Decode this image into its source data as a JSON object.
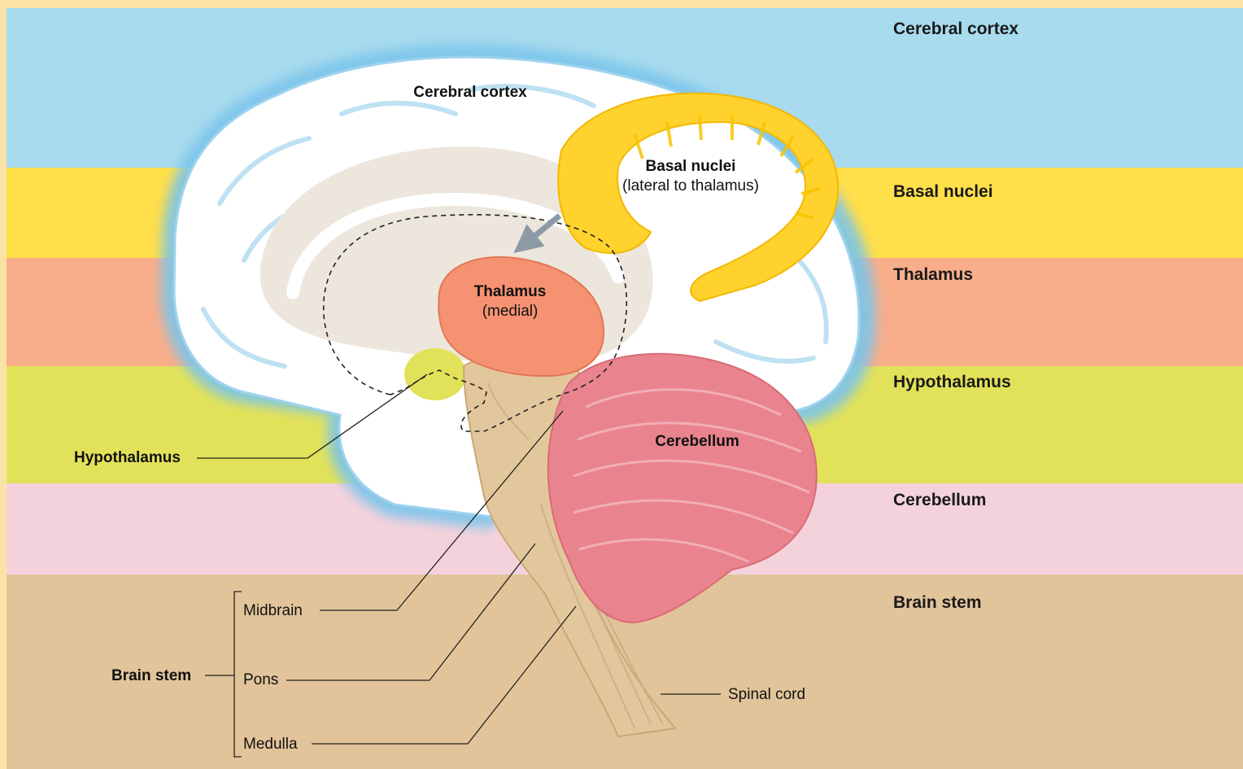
{
  "colors": {
    "page_border": "#fbe3a8",
    "band_cortex": "#a8dbee",
    "band_basal": "#ffdf4a",
    "band_thalamus": "#f8ae8a",
    "band_hypothalamus": "#e2e25a",
    "band_cerebellum": "#f4d2dc",
    "band_brainstem": "#e2c49a",
    "cortex": "#ffffff",
    "cortex_glow": "#7cc5ea",
    "basal": "#ffd22e",
    "thalamus": "#f59272",
    "cerebellum": "#e9848e",
    "stem": "#e3c79c"
  },
  "legend": [
    {
      "label": "Cerebral cortex"
    },
    {
      "label": "Basal nuclei"
    },
    {
      "label": "Thalamus"
    },
    {
      "label": "Hypothalamus"
    },
    {
      "label": "Cerebellum"
    },
    {
      "label": "Brain stem"
    }
  ],
  "labels": {
    "cerebral_cortex": "Cerebral cortex",
    "basal_nuclei": "Basal nuclei",
    "basal_nuclei_note": "(lateral to thalamus)",
    "thalamus": "Thalamus",
    "thalamus_note": "(medial)",
    "hypothalamus": "Hypothalamus",
    "cerebellum": "Cerebellum",
    "brain_stem": "Brain stem",
    "midbrain": "Midbrain",
    "pons": "Pons",
    "medulla": "Medulla",
    "spinal_cord": "Spinal cord"
  }
}
